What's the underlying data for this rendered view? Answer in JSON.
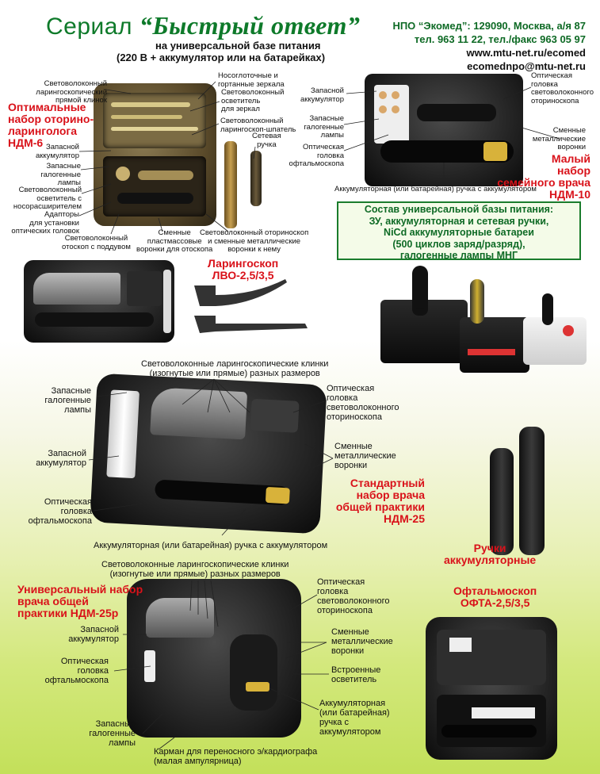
{
  "header": {
    "title_prefix": "Сериал",
    "title_italic": "“Быстрый ответ”",
    "subtitle_1": "на универсальной базе питания",
    "subtitle_2": "(220 В + аккумулятор или на батарейках)",
    "contact": {
      "line1": "НПО “Экомед”: 129090, Москва, а/я 87",
      "line2": "тел. 963 11 22, тел./факс 963 05 97",
      "line3": "www.mtu-net.ru/ecomed",
      "line4": "ecomednpo@mtu-net.ru"
    }
  },
  "ndm6": {
    "title": [
      "Оптимальные",
      "набор оторино-",
      "ларинголога",
      "НДМ-6"
    ],
    "labels": {
      "blade": [
        "Световолоконный",
        "ларингоскопический",
        "прямой клинок"
      ],
      "mirrors": [
        "Носоглоточные и",
        "гортанные зеркала"
      ],
      "mirror_light": [
        "Световолоконный",
        "осветитель",
        "для зеркал"
      ],
      "spatula": [
        "Световолоконный",
        "ларингоскоп-шпатель"
      ],
      "mains_handle": [
        "Сетевая",
        "ручка"
      ],
      "spare_battery": [
        "Запасной",
        "аккумулятор"
      ],
      "spare_lamps": [
        "Запасные",
        "галогенные",
        "лампы"
      ],
      "nasal_light": [
        "Световолоконный",
        "осветитель с",
        "носорасширителем"
      ],
      "adapters": [
        "Адапторы",
        "для установки",
        "оптических головок"
      ],
      "otoscope_bulb": [
        "Световолоконный",
        "отоскоп с поддувом"
      ],
      "funnels_plastic": [
        "Сменные",
        "пластмассовые",
        "воронки для отоскопа"
      ],
      "otoscope_metal": [
        "Световолоконный оториноскоп",
        "и сменные металлические",
        "воронки к нему"
      ]
    }
  },
  "ndm10": {
    "title": [
      "Малый",
      "набор",
      "семейного врача",
      "НДМ-10"
    ],
    "labels": {
      "spare_battery": [
        "Запасной",
        "аккумулятор"
      ],
      "otoscope_head": [
        "Оптическая",
        "головка",
        "световолоконного",
        "оториноскопа"
      ],
      "spare_lamps": [
        "Запасные",
        "галогенные",
        "лампы"
      ],
      "funnels": [
        "Сменные",
        "металлические",
        "воронки"
      ],
      "ophthalmoscope_head": [
        "Оптическая",
        "головка",
        "офтальмоскопа"
      ],
      "handle": "Аккумуляторная (или батарейная) ручка с аккумулятором"
    }
  },
  "power_box": {
    "lines": [
      "Состав универсальной базы питания:",
      "ЗУ, аккумуляторная и сетевая ручки,",
      "NiCd аккумуляторные батареи",
      "(500 циклов заряд/разряд),",
      "галогенные лампы МНГ"
    ]
  },
  "lvo": {
    "title": [
      "Ларингоскоп",
      "ЛВО-2,5/3,5"
    ]
  },
  "ndm25": {
    "title": [
      "Стандартный",
      "набор врача",
      "общей практики",
      "НДМ-25"
    ],
    "labels": {
      "blades": [
        "Световолоконные ларингоскопические клинки",
        "(изогнутые или прямые) разных размеров"
      ],
      "spare_lamps": [
        "Запасные",
        "галогенные",
        "лампы"
      ],
      "otoscope_head": [
        "Оптическая",
        "головка",
        "световолоконного",
        "оториноскопа"
      ],
      "spare_battery": [
        "Запасной",
        "аккумулятор"
      ],
      "funnels": [
        "Сменные",
        "металлические",
        "воронки"
      ],
      "ophthalmoscope_head": [
        "Оптическая",
        "головка",
        "офтальмоскопа"
      ],
      "handle": "Аккумуляторная (или батарейная) ручка с аккумулятором"
    }
  },
  "handles": {
    "title": [
      "Ручки",
      "аккумуляторные"
    ]
  },
  "ndm25p": {
    "title": [
      "Универсальный набор",
      "врача общей",
      "практики НДМ-25р"
    ],
    "labels": {
      "blades": [
        "Световолоконные ларингоскопические клинки",
        "(изогнутые или прямые) разных размеров"
      ],
      "otoscope_head": [
        "Оптическая",
        "головка",
        "световолоконного",
        "оториноскопа"
      ],
      "spare_battery": [
        "Запасной",
        "аккумулятор"
      ],
      "funnels": [
        "Сменные",
        "металлические",
        "воронки"
      ],
      "ophthalmoscope_head": [
        "Оптическая",
        "головка",
        "офтальмоскопа"
      ],
      "builtin_light": [
        "Встроенные",
        "осветитель"
      ],
      "handle": [
        "Аккумуляторная",
        "(или батарейная)",
        "ручка с",
        "аккумулятором"
      ],
      "spare_lamps": [
        "Запасные",
        "галогенные",
        "лампы"
      ],
      "pocket": [
        "Карман для переносного э/кардиографа",
        "(малая ампулярница)"
      ]
    }
  },
  "ofta": {
    "title": [
      "Офтальмоскоп",
      "ОФТА-2,5/3,5"
    ]
  }
}
